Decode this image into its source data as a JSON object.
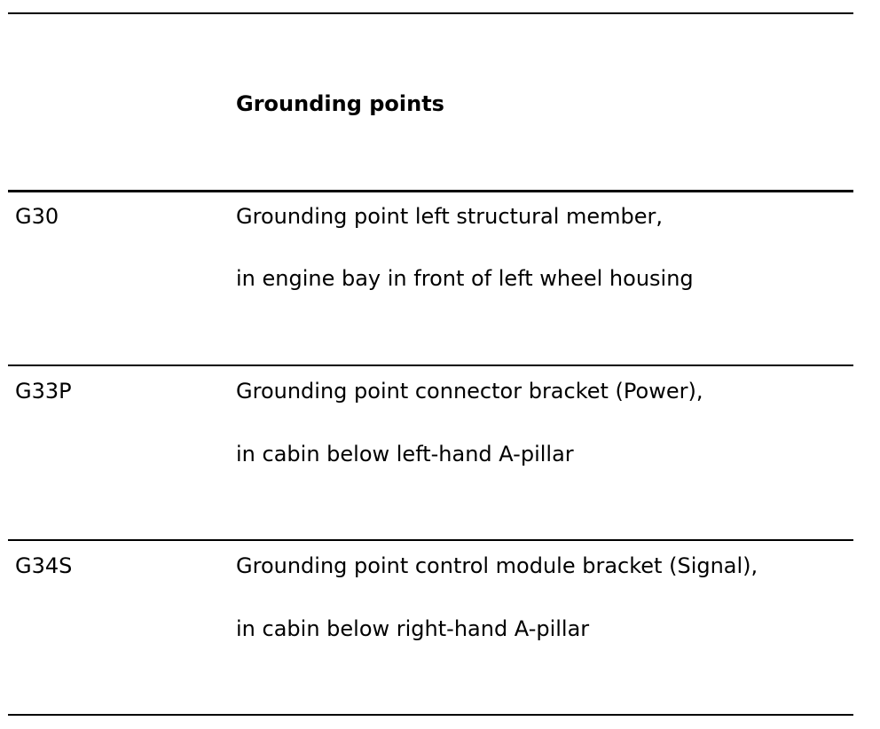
{
  "header": {
    "title": "Grounding points"
  },
  "rows": [
    {
      "code": "G30",
      "line1": "Grounding point left structural member,",
      "line2": "in engine bay in front of left wheel housing"
    },
    {
      "code": "G33P",
      "line1": "Grounding point connector bracket (Power),",
      "line2": "in cabin below left-hand A-pillar"
    },
    {
      "code": "G34S",
      "line1": "Grounding point control module bracket (Signal),",
      "line2": "in cabin below right-hand A-pillar"
    }
  ]
}
